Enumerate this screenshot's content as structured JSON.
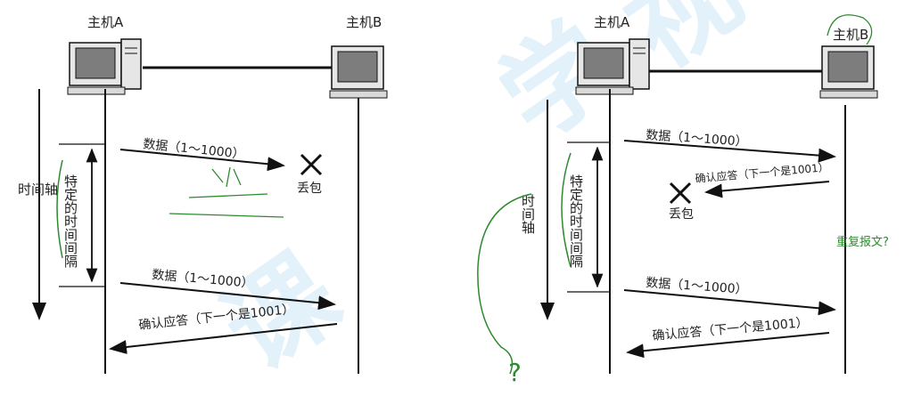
{
  "colors": {
    "line": "#111111",
    "screen": "#7d7d7d",
    "annotation": "#2e8a2e",
    "watermark": "#bfe2f5"
  },
  "left": {
    "host_a": "主机A",
    "host_b": "主机B",
    "msg1": "数据（1～1000）",
    "lost": "丢包",
    "msg2": "数据（1～1000）",
    "ack": "确认应答（下一个是1001）",
    "interval": "特定的时间间隔",
    "time_axis": "时间轴"
  },
  "right": {
    "host_a": "主机A",
    "host_b": "主机B",
    "msg1": "数据（1～1000）",
    "ack_lost_label": "确认应答（下一个是1001）",
    "lost": "丢包",
    "msg2": "数据（1～1000）",
    "ack": "确认应答（下一个是1001）",
    "interval": "特定的时间间隔",
    "time_axis": "时间轴",
    "note": "重复报文?",
    "question": "?"
  },
  "icons": [
    "computer-icon",
    "cross-icon",
    "arrow-icon"
  ]
}
